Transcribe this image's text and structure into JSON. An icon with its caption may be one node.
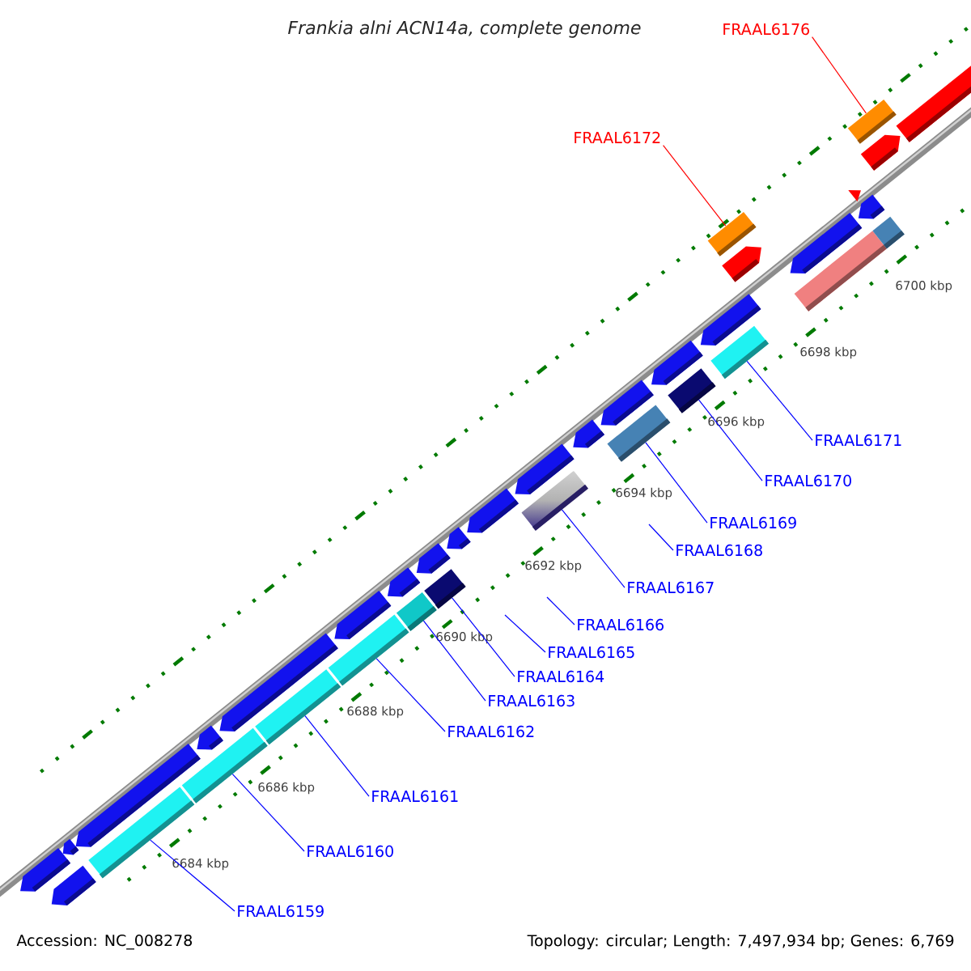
{
  "diagram": {
    "title": "Frankia alni ACN14a, complete genome",
    "nodes": [
      {
        "text": [
          "FRAAL6176"
        ]
      },
      {
        "text": [
          "FRAAL6172"
        ]
      },
      {
        "text": [
          "FRAAL6171"
        ]
      },
      {
        "text": [
          "FRAAL6170"
        ]
      },
      {
        "text": [
          "FRAAL6169"
        ]
      },
      {
        "text": [
          "FRAAL6168"
        ]
      },
      {
        "text": [
          "FRAAL6167"
        ]
      },
      {
        "text": [
          "FRAAL6166"
        ]
      },
      {
        "text": [
          "FRAAL6165"
        ]
      },
      {
        "text": [
          "FRAAL6164"
        ]
      },
      {
        "text": [
          "FRAAL6163"
        ]
      },
      {
        "text": [
          "FRAAL6162"
        ]
      },
      {
        "text": [
          "FRAAL6161"
        ]
      },
      {
        "text": [
          "FRAAL6160"
        ]
      },
      {
        "text": [
          "FRAAL6159"
        ]
      },
      {
        "text": [],
        "shape": "bar"
      },
      {
        "text": [],
        "shape": "bar"
      },
      {
        "text": [],
        "shape": "bar"
      },
      {
        "text": [],
        "shape": "bar"
      },
      {
        "text": [],
        "shape": "bar"
      },
      {
        "text": [],
        "shape": "bar"
      },
      {
        "text": [],
        "shape": "bar"
      },
      {
        "text": [],
        "shape": "bar"
      },
      {
        "text": [],
        "shape": "bar"
      },
      {
        "text": [],
        "shape": "bar"
      },
      {
        "text": [],
        "shape": "bar"
      },
      {
        "text": [],
        "shape": "bar"
      }
    ],
    "edges": [
      {
        "from": 0,
        "to": 15,
        "arrow": "none",
        "color": "#ff0000"
      },
      {
        "from": 1,
        "to": 16,
        "arrow": "none",
        "color": "#ff0000"
      },
      {
        "from": 2,
        "to": 17,
        "arrow": "none"
      },
      {
        "from": 3,
        "to": 18,
        "arrow": "none"
      },
      {
        "from": 4,
        "to": 19,
        "arrow": "none"
      },
      {
        "from": 5,
        "to": null,
        "arrow": "none"
      },
      {
        "from": 6,
        "to": 20,
        "arrow": "none"
      },
      {
        "from": 7,
        "to": null,
        "arrow": "none"
      },
      {
        "from": 8,
        "to": null,
        "arrow": "none"
      },
      {
        "from": 9,
        "to": 21,
        "arrow": "none"
      },
      {
        "from": 10,
        "to": 22,
        "arrow": "none"
      },
      {
        "from": 11,
        "to": 23,
        "arrow": "none"
      },
      {
        "from": 12,
        "to": 24,
        "arrow": "none"
      },
      {
        "from": 13,
        "to": 25,
        "arrow": "none"
      },
      {
        "from": 14,
        "to": 26,
        "arrow": "none"
      }
    ],
    "labels": [
      "6700 kbp",
      "6698 kbp",
      "6696 kbp",
      "6694 kbp",
      "6692 kbp",
      "6690 kbp",
      "6688 kbp",
      "6686 kbp",
      "6684 kbp",
      "Accession: NC_008278",
      "Topology: circular; Length: 7,497,934 bp; Genes: 6,769"
    ]
  }
}
